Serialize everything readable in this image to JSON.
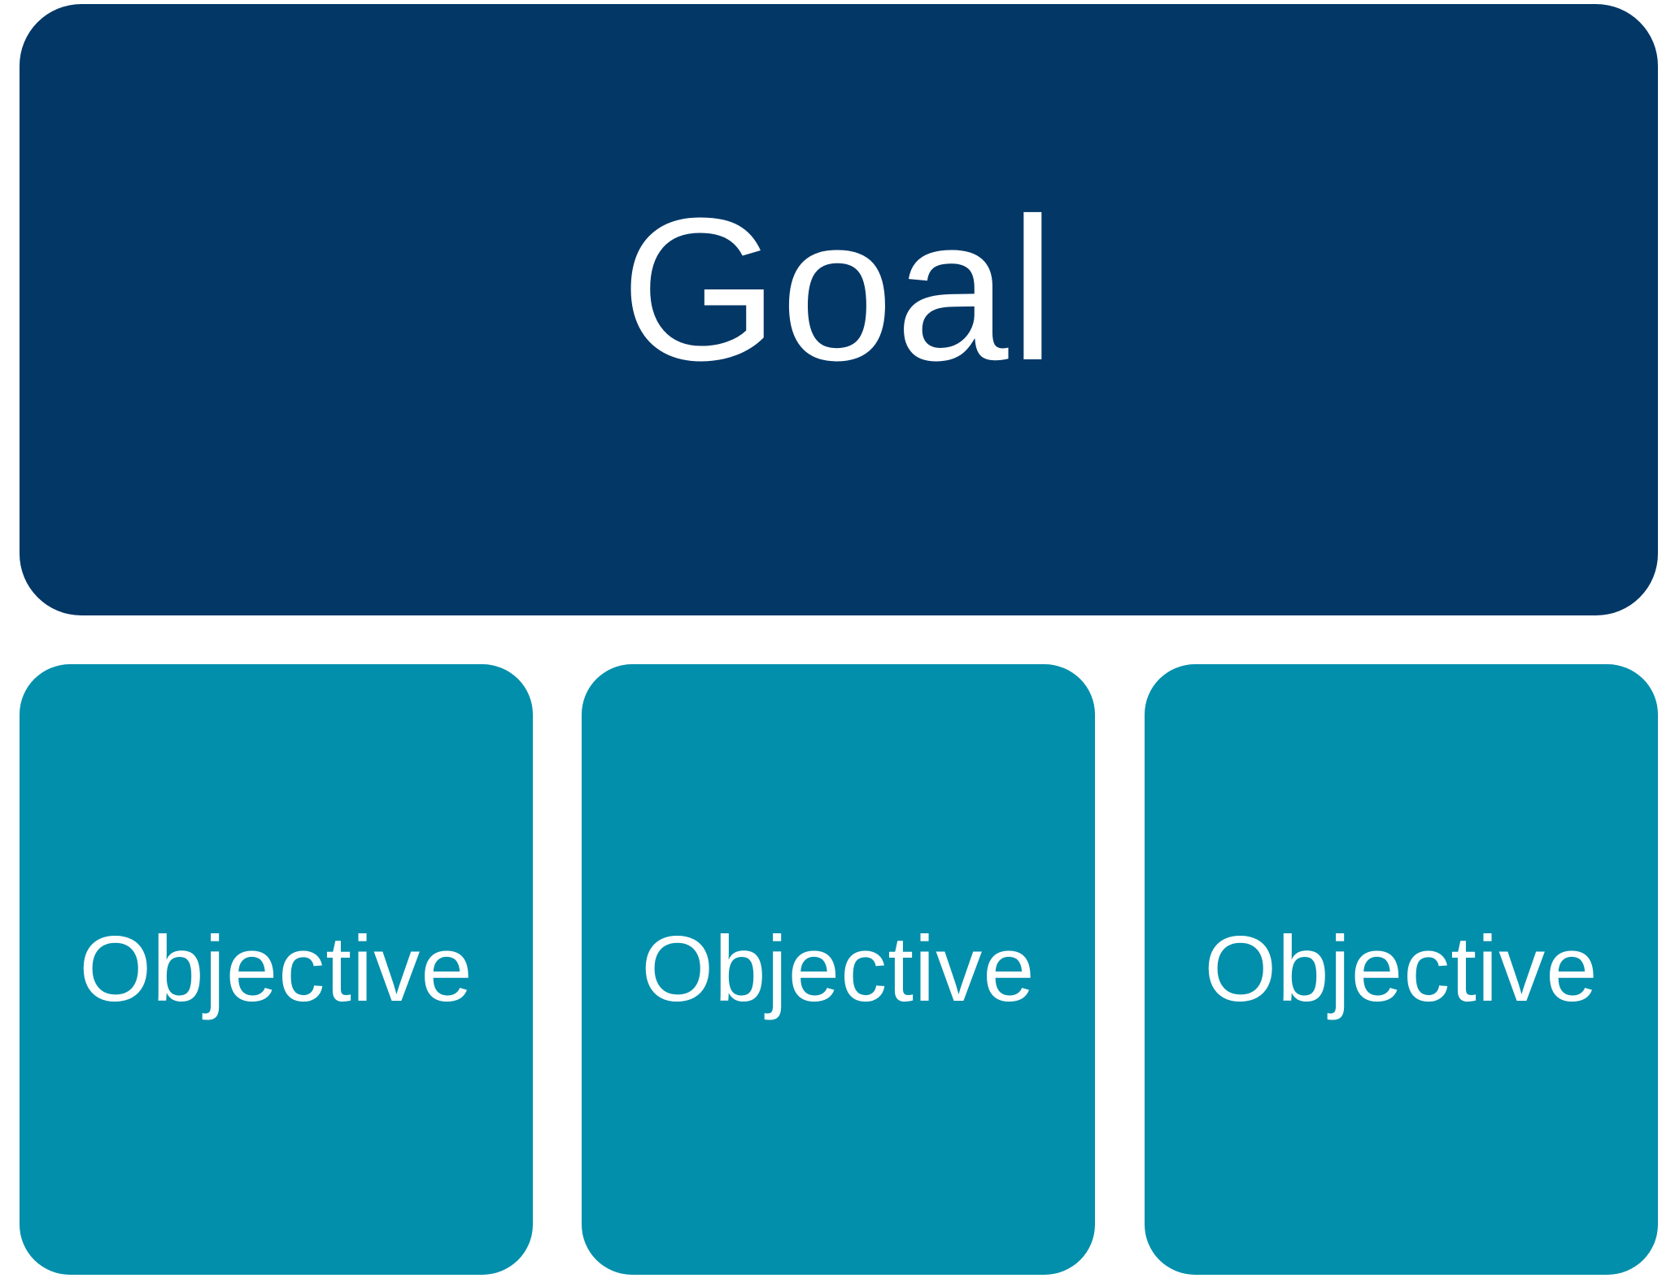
{
  "diagram": {
    "goal": {
      "label": "Goal",
      "color": "#023766"
    },
    "objectives": [
      {
        "label": "Objective",
        "color": "#028FAB"
      },
      {
        "label": "Objective",
        "color": "#028FAB"
      },
      {
        "label": "Objective",
        "color": "#028FAB"
      }
    ]
  }
}
